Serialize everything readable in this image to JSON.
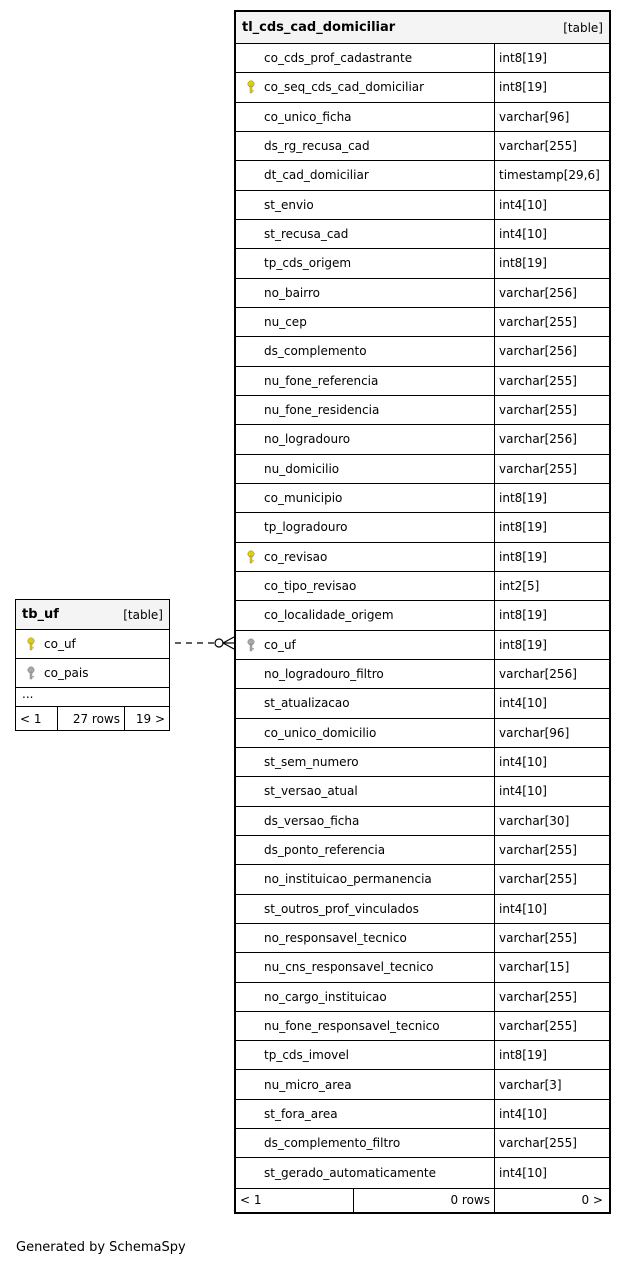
{
  "main_table": {
    "name": "tl_cds_cad_domiciliar",
    "type_label": "[table]",
    "columns": [
      {
        "name": "co_cds_prof_cadastrante",
        "type": "int8[19]",
        "key": ""
      },
      {
        "name": "co_seq_cds_cad_domiciliar",
        "type": "int8[19]",
        "key": "primary"
      },
      {
        "name": "co_unico_ficha",
        "type": "varchar[96]",
        "key": ""
      },
      {
        "name": "ds_rg_recusa_cad",
        "type": "varchar[255]",
        "key": ""
      },
      {
        "name": "dt_cad_domiciliar",
        "type": "timestamp[29,6]",
        "key": ""
      },
      {
        "name": "st_envio",
        "type": "int4[10]",
        "key": ""
      },
      {
        "name": "st_recusa_cad",
        "type": "int4[10]",
        "key": ""
      },
      {
        "name": "tp_cds_origem",
        "type": "int8[19]",
        "key": ""
      },
      {
        "name": "no_bairro",
        "type": "varchar[256]",
        "key": ""
      },
      {
        "name": "nu_cep",
        "type": "varchar[255]",
        "key": ""
      },
      {
        "name": "ds_complemento",
        "type": "varchar[256]",
        "key": ""
      },
      {
        "name": "nu_fone_referencia",
        "type": "varchar[255]",
        "key": ""
      },
      {
        "name": "nu_fone_residencia",
        "type": "varchar[255]",
        "key": ""
      },
      {
        "name": "no_logradouro",
        "type": "varchar[256]",
        "key": ""
      },
      {
        "name": "nu_domicilio",
        "type": "varchar[255]",
        "key": ""
      },
      {
        "name": "co_municipio",
        "type": "int8[19]",
        "key": ""
      },
      {
        "name": "tp_logradouro",
        "type": "int8[19]",
        "key": ""
      },
      {
        "name": "co_revisao",
        "type": "int8[19]",
        "key": "primary"
      },
      {
        "name": "co_tipo_revisao",
        "type": "int2[5]",
        "key": ""
      },
      {
        "name": "co_localidade_origem",
        "type": "int8[19]",
        "key": ""
      },
      {
        "name": "co_uf",
        "type": "int8[19]",
        "key": "foreign"
      },
      {
        "name": "no_logradouro_filtro",
        "type": "varchar[256]",
        "key": ""
      },
      {
        "name": "st_atualizacao",
        "type": "int4[10]",
        "key": ""
      },
      {
        "name": "co_unico_domicilio",
        "type": "varchar[96]",
        "key": ""
      },
      {
        "name": "st_sem_numero",
        "type": "int4[10]",
        "key": ""
      },
      {
        "name": "st_versao_atual",
        "type": "int4[10]",
        "key": ""
      },
      {
        "name": "ds_versao_ficha",
        "type": "varchar[30]",
        "key": ""
      },
      {
        "name": "ds_ponto_referencia",
        "type": "varchar[255]",
        "key": ""
      },
      {
        "name": "no_instituicao_permanencia",
        "type": "varchar[255]",
        "key": ""
      },
      {
        "name": "st_outros_prof_vinculados",
        "type": "int4[10]",
        "key": ""
      },
      {
        "name": "no_responsavel_tecnico",
        "type": "varchar[255]",
        "key": ""
      },
      {
        "name": "nu_cns_responsavel_tecnico",
        "type": "varchar[15]",
        "key": ""
      },
      {
        "name": "no_cargo_instituicao",
        "type": "varchar[255]",
        "key": ""
      },
      {
        "name": "nu_fone_responsavel_tecnico",
        "type": "varchar[255]",
        "key": ""
      },
      {
        "name": "tp_cds_imovel",
        "type": "int8[19]",
        "key": ""
      },
      {
        "name": "nu_micro_area",
        "type": "varchar[3]",
        "key": ""
      },
      {
        "name": "st_fora_area",
        "type": "int4[10]",
        "key": ""
      },
      {
        "name": "ds_complemento_filtro",
        "type": "varchar[255]",
        "key": ""
      },
      {
        "name": "st_gerado_automaticamente",
        "type": "int4[10]",
        "key": ""
      }
    ],
    "footer": {
      "left": "< 1",
      "middle": "0 rows",
      "right": "0 >"
    }
  },
  "uf_table": {
    "name": "tb_uf",
    "type_label": "[table]",
    "columns": [
      {
        "name": "co_uf",
        "key": "primary"
      },
      {
        "name": "co_pais",
        "key": "foreign"
      }
    ],
    "ellipsis": "...",
    "footer": {
      "left": "< 1",
      "middle": "27 rows",
      "right": "19 >"
    }
  },
  "generated_by": "Generated by SchemaSpy",
  "colors": {
    "primary_key": "#e6cf00",
    "foreign_key": "#a8a8a8",
    "header_bg": "#f4f4f4"
  }
}
